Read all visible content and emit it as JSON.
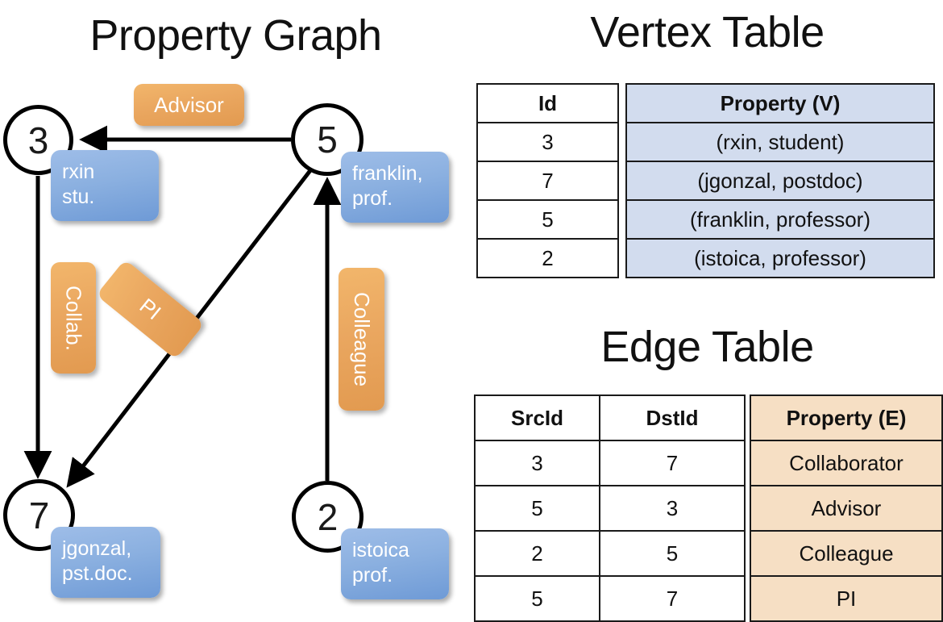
{
  "titles": {
    "property_graph": "Property Graph",
    "vertex_table": "Vertex Table",
    "edge_table": "Edge Table"
  },
  "graph": {
    "nodes": [
      {
        "id": "3",
        "property_line1": "rxin",
        "property_line2": "stu."
      },
      {
        "id": "5",
        "property_line1": "franklin,",
        "property_line2": "prof."
      },
      {
        "id": "7",
        "property_line1": "jgonzal,",
        "property_line2": "pst.doc."
      },
      {
        "id": "2",
        "property_line1": "istoica",
        "property_line2": "prof."
      }
    ],
    "edge_labels": [
      {
        "text": "Advisor",
        "orientation": "horizontal"
      },
      {
        "text": "Collab.",
        "orientation": "vertical"
      },
      {
        "text": "PI",
        "orientation": "rotated"
      },
      {
        "text": "Colleague",
        "orientation": "vertical"
      }
    ]
  },
  "vertex_table": {
    "headers": [
      "Id",
      "Property (V)"
    ],
    "rows": [
      {
        "id": "3",
        "property": "(rxin, student)"
      },
      {
        "id": "7",
        "property": "(jgonzal, postdoc)"
      },
      {
        "id": "5",
        "property": "(franklin, professor)"
      },
      {
        "id": "2",
        "property": "(istoica, professor)"
      }
    ]
  },
  "edge_table": {
    "headers": [
      "SrcId",
      "DstId",
      "Property (E)"
    ],
    "rows": [
      {
        "src": "3",
        "dst": "7",
        "property": "Collaborator"
      },
      {
        "src": "5",
        "dst": "3",
        "property": "Advisor"
      },
      {
        "src": "2",
        "dst": "5",
        "property": "Colleague"
      },
      {
        "src": "5",
        "dst": "7",
        "property": "PI"
      }
    ]
  },
  "colors": {
    "vertex_property_fill": "#d2dcee",
    "edge_property_fill": "#f6dfc4",
    "node_property_box": "#8bb0e0",
    "edge_label_box": "#eaa760",
    "stroke": "#000000",
    "background": "#ffffff"
  }
}
